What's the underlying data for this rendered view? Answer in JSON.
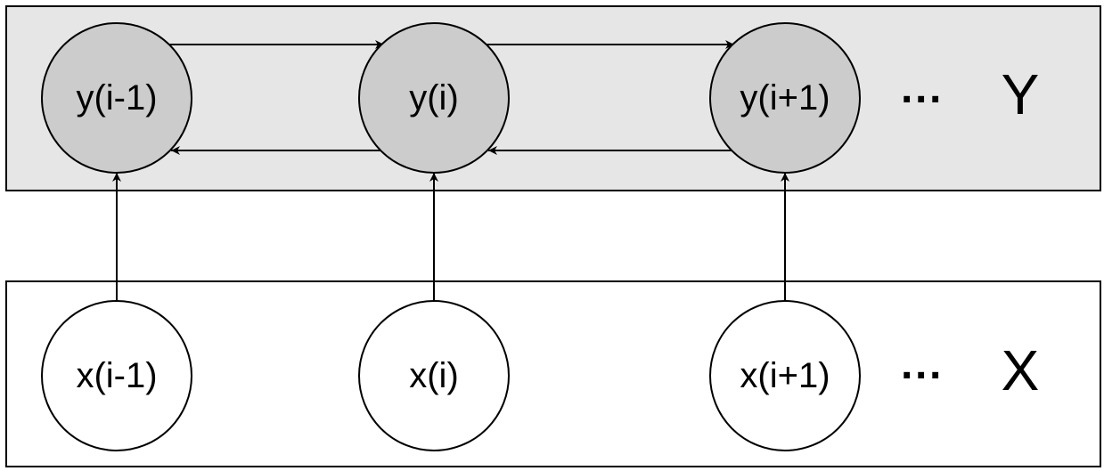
{
  "colors": {
    "hidden_row_fill": "#e6e6e6",
    "hidden_node_fill": "#cccccc",
    "observed_node_fill": "#ffffff",
    "stroke": "#000000"
  },
  "rows": {
    "hidden": {
      "label": "Y",
      "ellipsis": "···",
      "nodes": [
        "y(i-1)",
        "y(i)",
        "y(i+1)"
      ]
    },
    "observed": {
      "label": "X",
      "ellipsis": "···",
      "nodes": [
        "x(i-1)",
        "x(i)",
        "x(i+1)"
      ]
    }
  }
}
